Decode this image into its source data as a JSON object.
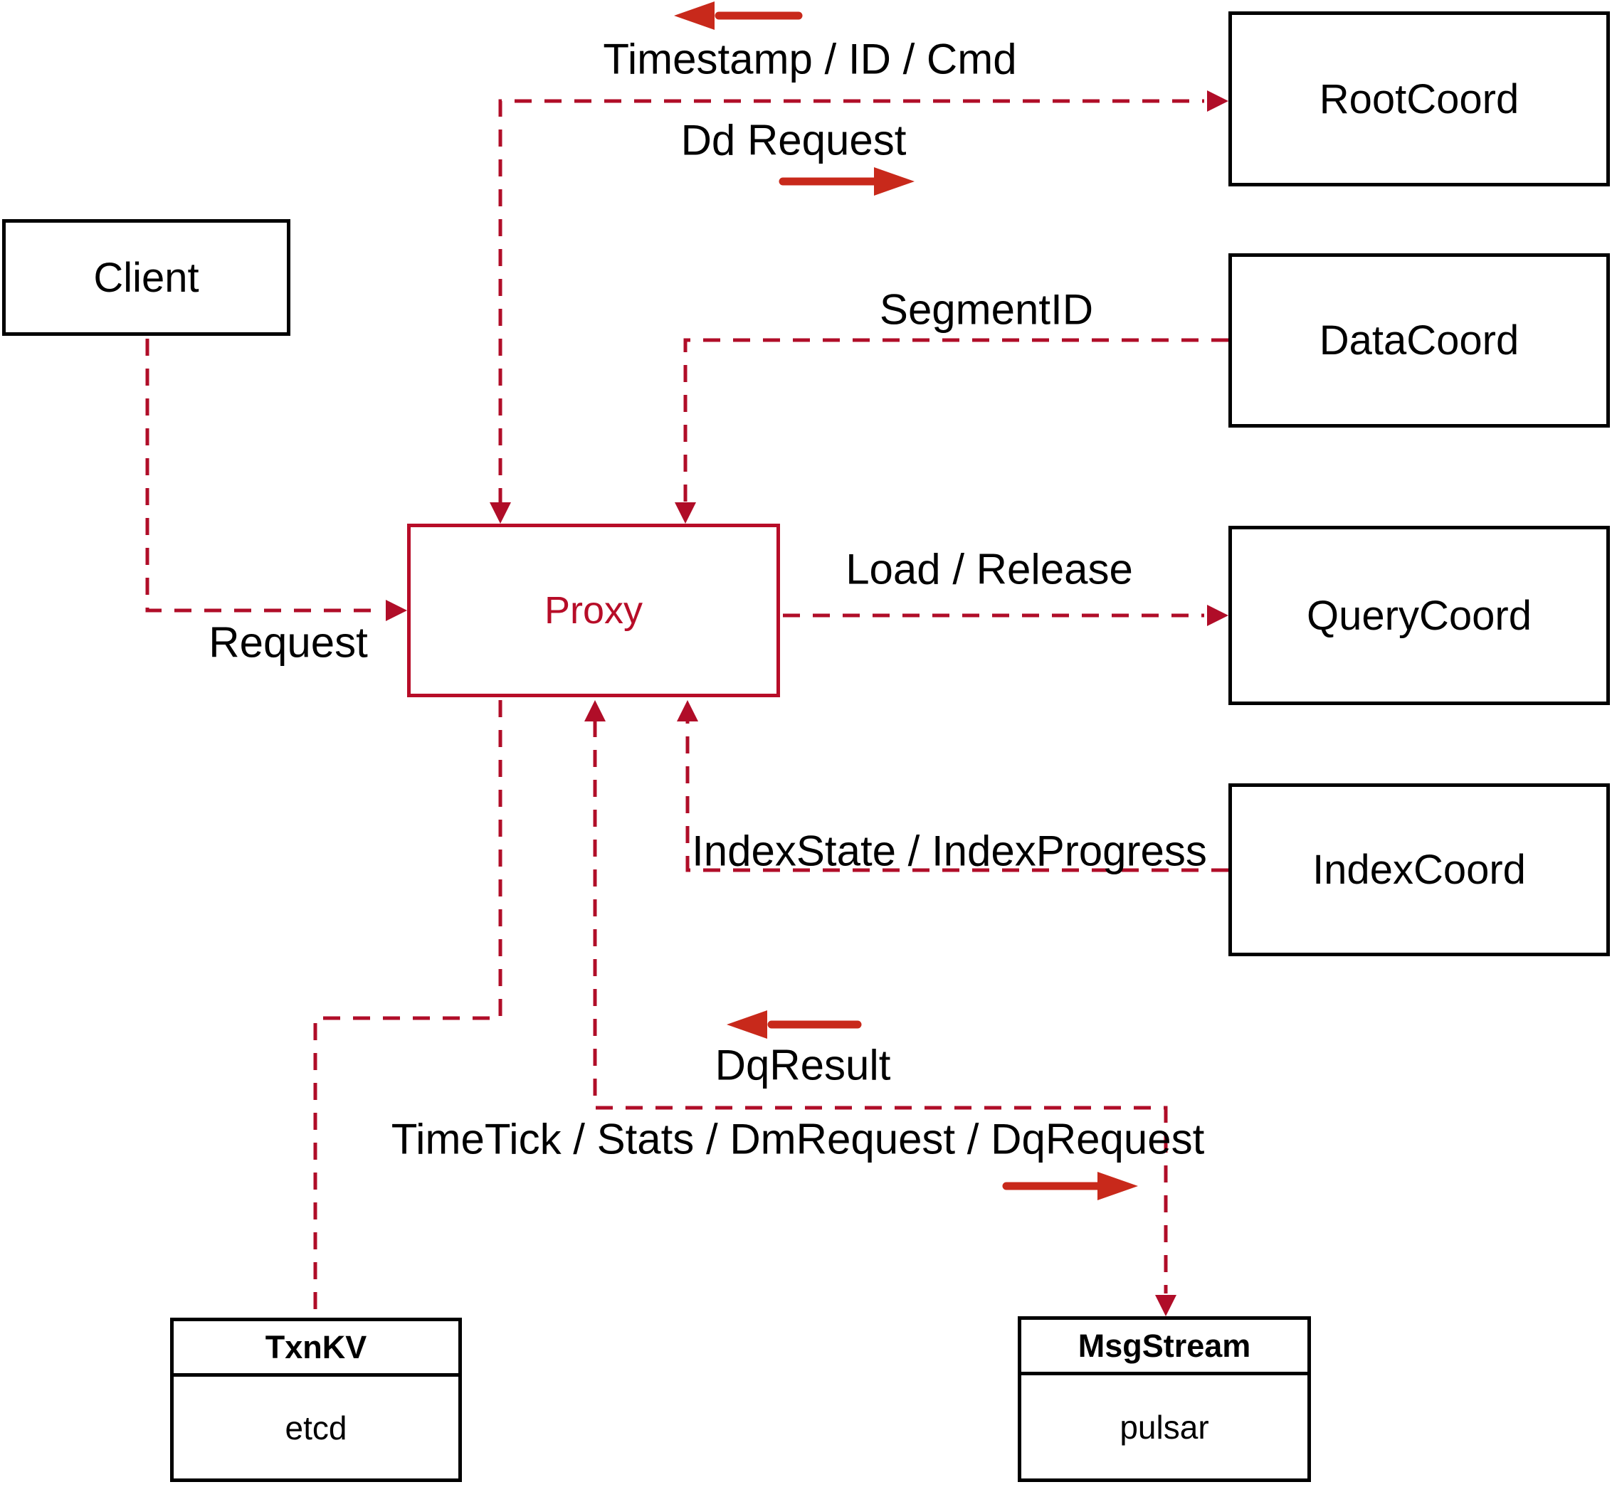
{
  "colors": {
    "line_red": "#b00d28",
    "solid_arrow_red": "#c8291b",
    "box_border": "#000000",
    "proxy_red": "#b70d28",
    "background": "#ffffff",
    "text": "#000000"
  },
  "nodes": {
    "client": {
      "label": "Client"
    },
    "rootcoord": {
      "label": "RootCoord"
    },
    "datacoord": {
      "label": "DataCoord"
    },
    "querycoord": {
      "label": "QueryCoord"
    },
    "indexcoord": {
      "label": "IndexCoord"
    },
    "proxy": {
      "label": "Proxy"
    },
    "txnkv": {
      "title": "TxnKV",
      "subtitle": "etcd"
    },
    "msgstream": {
      "title": "MsgStream",
      "subtitle": "pulsar"
    }
  },
  "edge_labels": {
    "timestamp": "Timestamp / ID / Cmd",
    "dd_request": "Dd Request",
    "segment_id": "SegmentID",
    "request": "Request",
    "load_release": "Load / Release",
    "index_state": "IndexState / IndexProgress",
    "dq_result": "DqResult",
    "time_tick": "TimeTick / Stats / DmRequest / DqRequest"
  }
}
